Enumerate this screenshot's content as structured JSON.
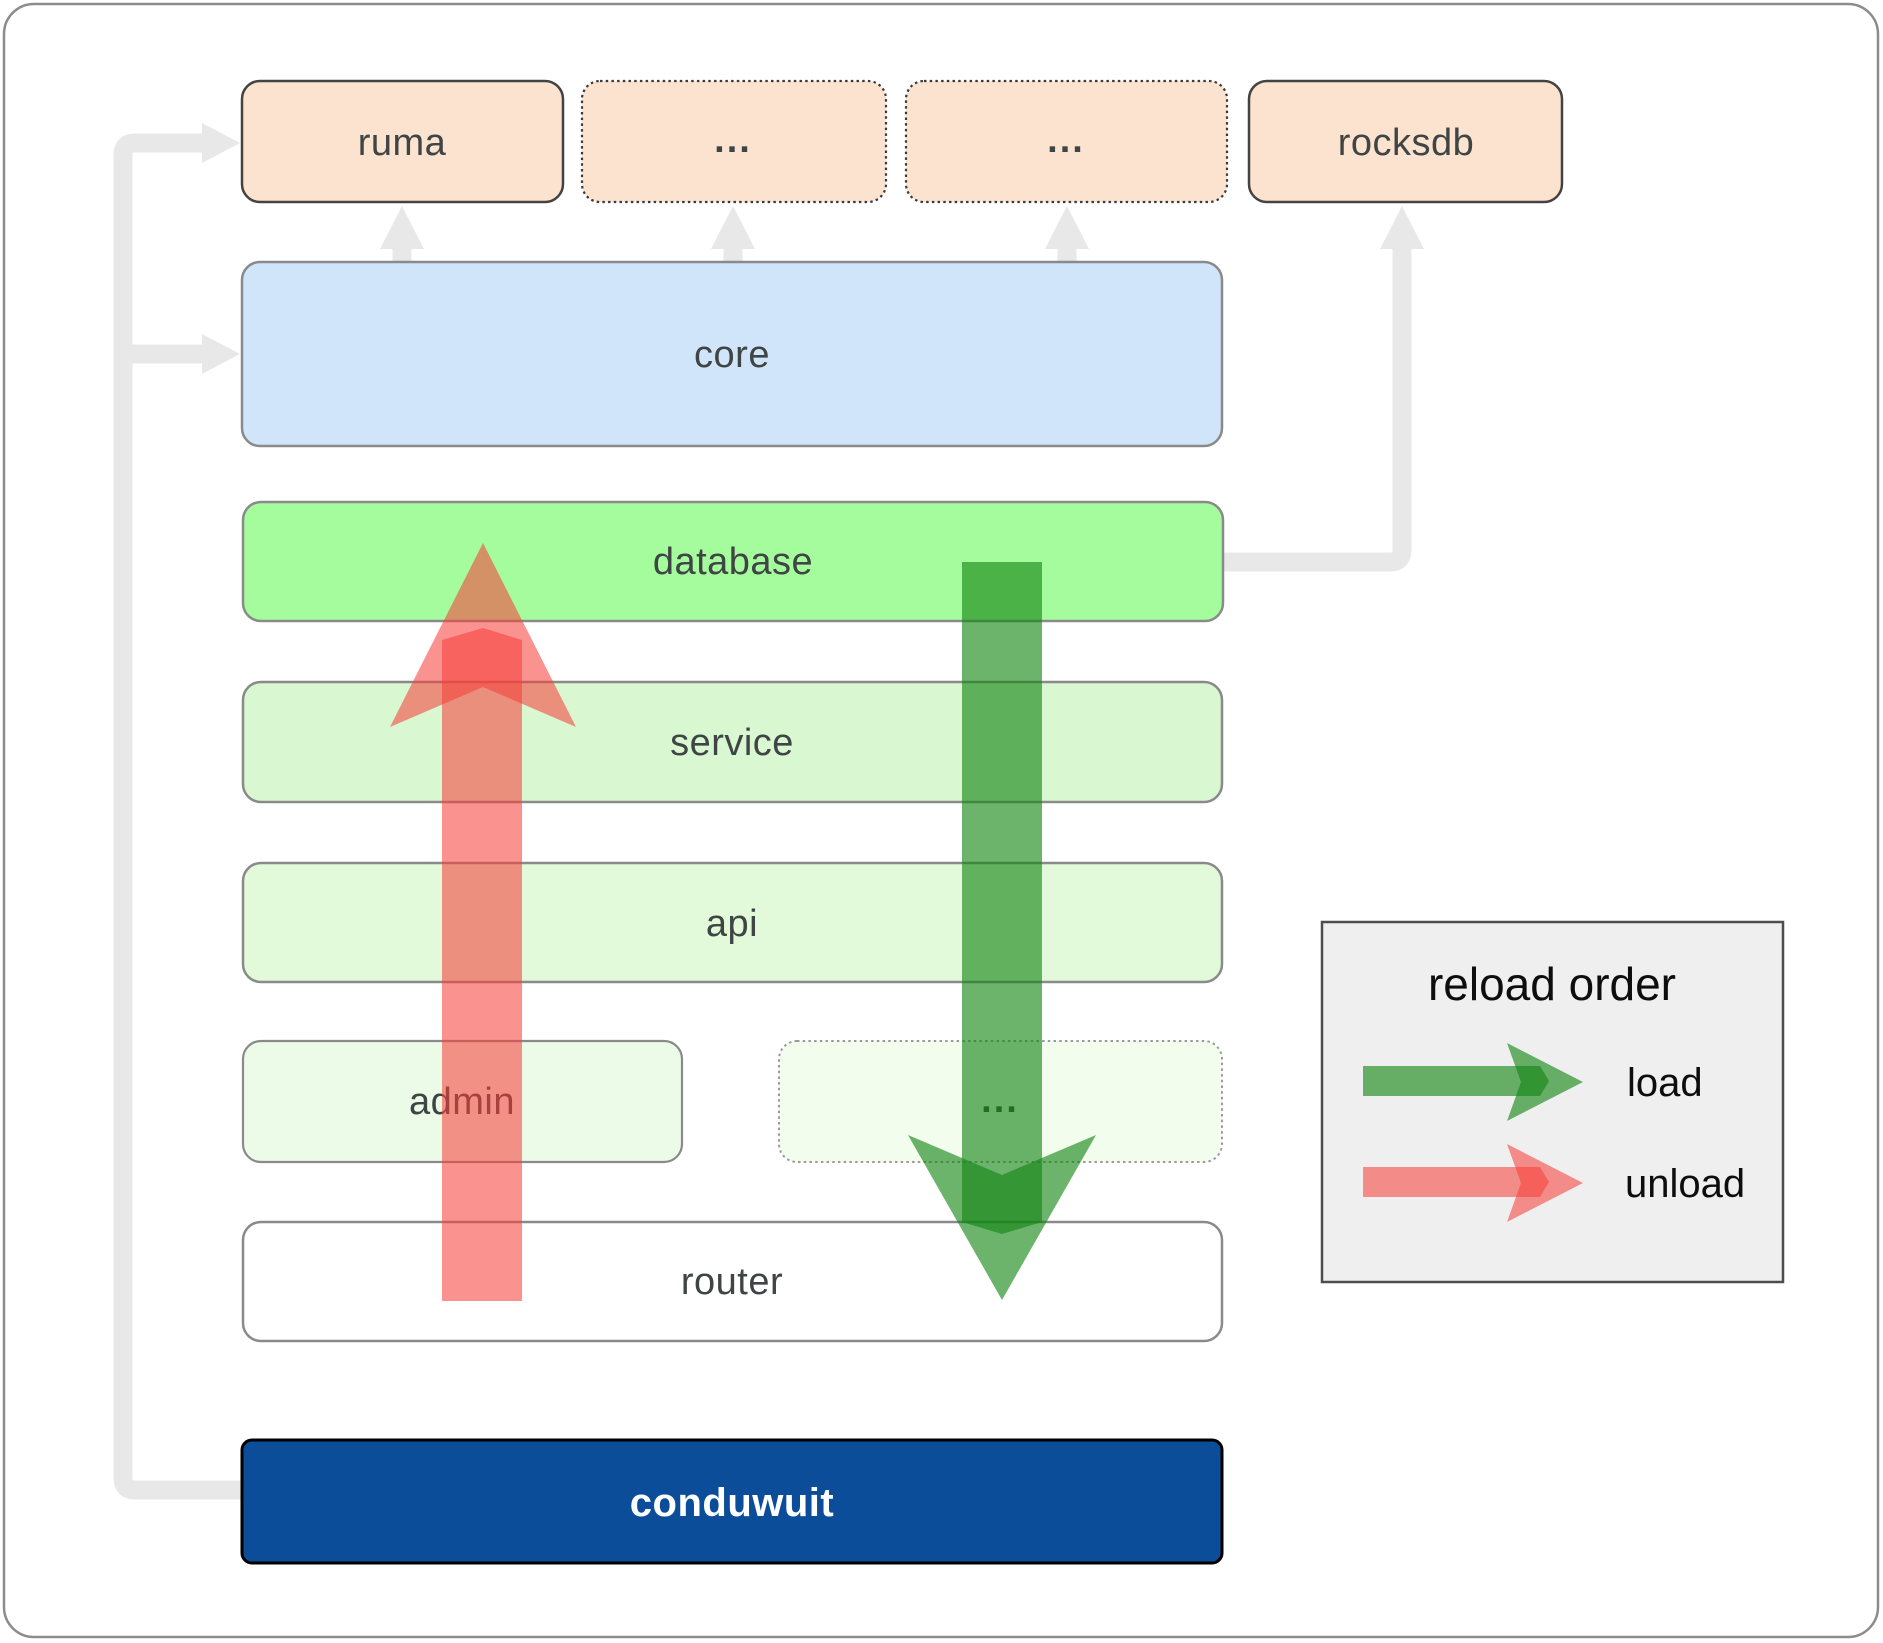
{
  "diagram": {
    "nodes": {
      "ruma": {
        "label": "ruma"
      },
      "dep_more_a": {
        "label": "..."
      },
      "dep_more_b": {
        "label": "..."
      },
      "rocksdb": {
        "label": "rocksdb"
      },
      "core": {
        "label": "core"
      },
      "database": {
        "label": "database"
      },
      "service": {
        "label": "service"
      },
      "api": {
        "label": "api"
      },
      "admin": {
        "label": "admin"
      },
      "service_more": {
        "label": "..."
      },
      "router": {
        "label": "router"
      },
      "conduwuit": {
        "label": "conduwuit"
      }
    },
    "legend": {
      "title": "reload order",
      "items": [
        {
          "label": "load",
          "color": "rgba(18,132,18,0.62)"
        },
        {
          "label": "unload",
          "color": "rgba(246,64,58,0.57)"
        }
      ]
    },
    "colors": {
      "crate_fill": "#fce3d0",
      "crate_border": "#434343",
      "core_fill": "#d0e5fa",
      "database_fill": "#a5fc9d",
      "service_fill": "#d9f7d1",
      "api_fill": "#e2f9da",
      "admin_fill": "#ecfbe7",
      "service_more_fill": "#f2fdee",
      "router_fill": "#ffffff",
      "conduwuit_fill": "#0b4d99",
      "connector_gray": "#e8e8e8",
      "label_color": "#3f4444",
      "legend_bg": "#efefef"
    }
  }
}
